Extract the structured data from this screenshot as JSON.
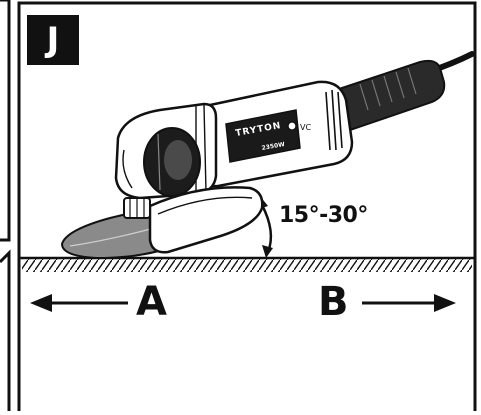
{
  "figure": {
    "panel_letter": "J",
    "angle_label": "15°-30°",
    "direction_left": "A",
    "direction_right": "B"
  },
  "tool": {
    "type": "angle-grinder",
    "brand_label": "TRYTON",
    "model_label": "2350W",
    "switch_label": "VC"
  },
  "colors": {
    "ink": "#111111",
    "disc_gray": "#8a8a8a",
    "body_white": "#ffffff"
  }
}
